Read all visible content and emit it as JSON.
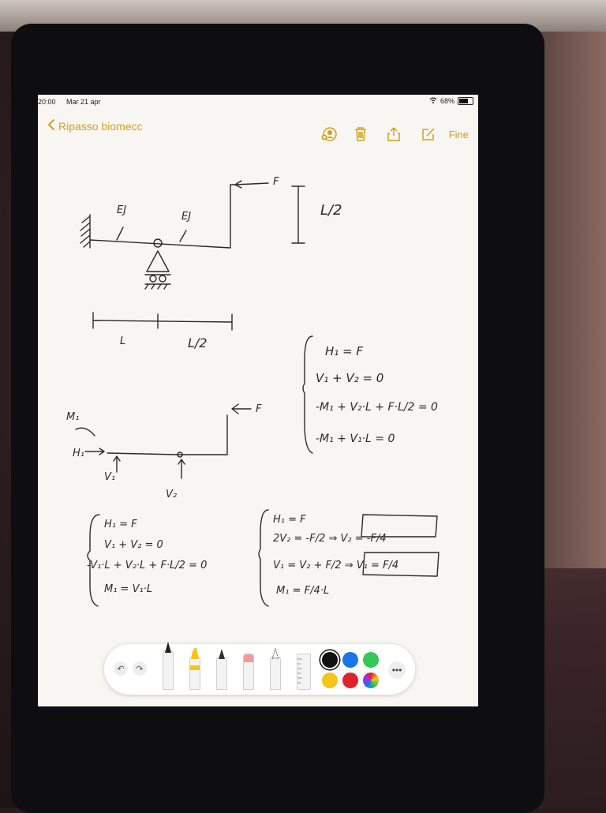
{
  "status": {
    "time": "20:00",
    "date": "Mar 21 apr",
    "battery_text": "68%",
    "battery_level": 0.68
  },
  "nav": {
    "back_label": "Ripasso biomecc",
    "done_label": "Fine"
  },
  "toolbar": {
    "tools": [
      "pen",
      "marker",
      "pencil",
      "eraser",
      "lasso",
      "ruler"
    ],
    "colors": [
      "#111111",
      "#1a73e8",
      "#34c759",
      "#f5c518",
      "#e5202e"
    ],
    "selected_color": "#111111"
  },
  "drawing": {
    "labels": {
      "ej1": "EJ",
      "ej2": "EJ",
      "f_top": "F",
      "l2_top": "L/2",
      "dim_l": "L",
      "dim_l2": "L/2",
      "f_mid": "F",
      "m1": "M₁",
      "h1": "H₁",
      "v1": "V₁",
      "v2": "V₂"
    },
    "system1": [
      "H₁ = F",
      "V₁ + V₂ = 0",
      "-M₁ + V₂·L + F·L/2 = 0",
      "-M₁ + V₁·L = 0"
    ],
    "system2": [
      "H₁ = F",
      "V₁ + V₂ = 0",
      "-V₁·L + V₂·L + F·L/2 = 0",
      "M₁ = V₁·L"
    ],
    "system3": [
      "H₁ = F",
      "2V₂ = -F/2 ⇒ V₂ = -F/4",
      "V₁ = V₂ + F/2 ⇒ V₁ = F/4",
      "M₁ = F/4·L"
    ]
  }
}
